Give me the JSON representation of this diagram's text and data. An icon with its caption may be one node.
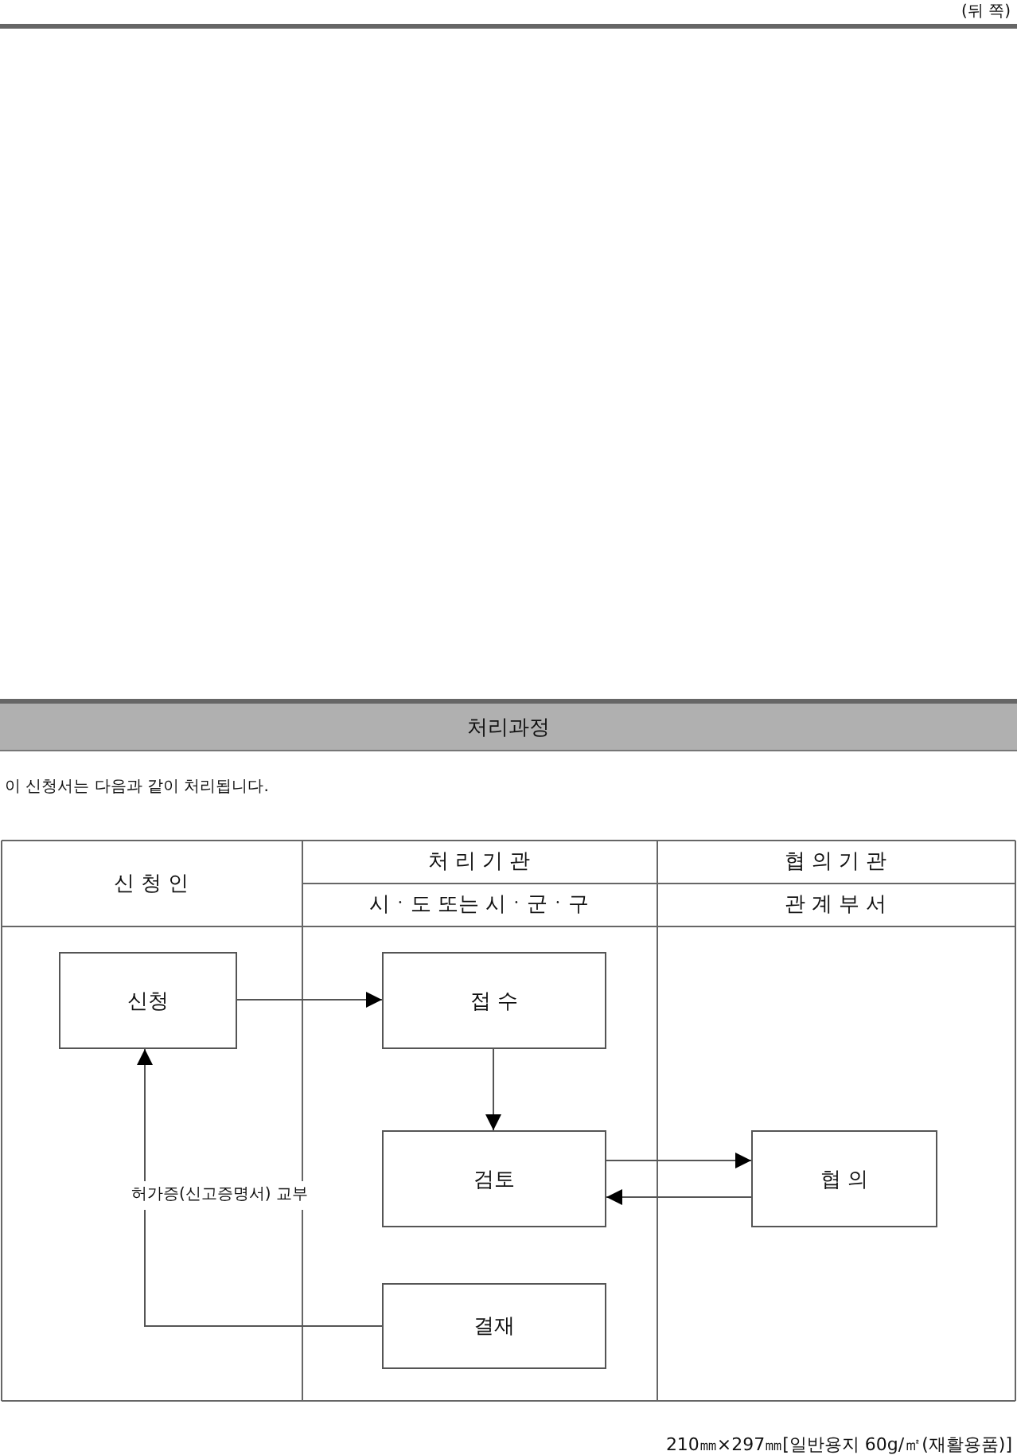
{
  "diagram": {
    "title": "처리과정",
    "nodes": [
      {
        "text": [
          "신청"
        ]
      },
      {
        "text": [
          "접 수"
        ]
      },
      {
        "text": [
          "검토"
        ]
      },
      {
        "text": [
          "협 의"
        ]
      },
      {
        "text": [
          "결재"
        ]
      }
    ],
    "edges": [
      {
        "from": 0,
        "to": 1,
        "arrow": "to"
      },
      {
        "from": 1,
        "to": 2,
        "arrow": "to"
      },
      {
        "from": 2,
        "to": 3,
        "arrow": "to"
      },
      {
        "from": 3,
        "to": 2,
        "arrow": "to"
      },
      {
        "from": 4,
        "to": 0,
        "arrow": "to",
        "label": "허가증(신고증명서) 교부"
      }
    ],
    "labels": [
      "(뒤 쪽)",
      "이 신청서는 다음과 같이 처리됩니다.",
      "신 청 인",
      "처 리 기 관",
      "협 의 기 관",
      "시ㆍ도 또는 시ㆍ군ㆍ구",
      "관 계 부 서",
      "210㎜×297㎜[일반용지 60g/㎡(재활용품)]"
    ]
  }
}
